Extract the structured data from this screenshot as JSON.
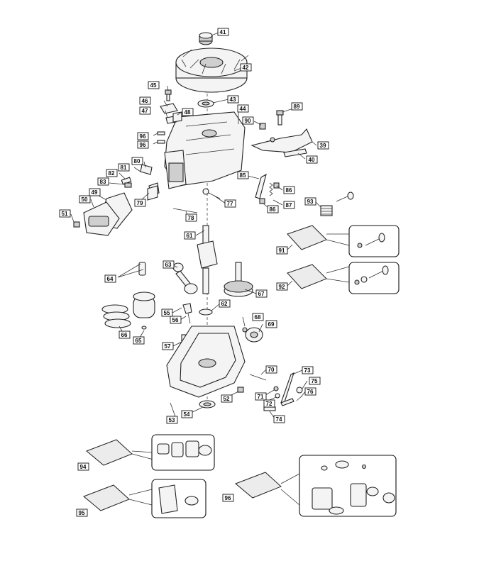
{
  "diagram": {
    "callouts": [
      {
        "id": "c41",
        "label": "41"
      },
      {
        "id": "c42",
        "label": "42"
      },
      {
        "id": "c43",
        "label": "43"
      },
      {
        "id": "c44",
        "label": "44"
      },
      {
        "id": "c45",
        "label": "45"
      },
      {
        "id": "c46",
        "label": "46"
      },
      {
        "id": "c47",
        "label": "47"
      },
      {
        "id": "c48",
        "label": "48"
      },
      {
        "id": "c96a",
        "label": "96"
      },
      {
        "id": "c96b",
        "label": "96"
      },
      {
        "id": "c89",
        "label": "89"
      },
      {
        "id": "c90",
        "label": "90"
      },
      {
        "id": "c39",
        "label": "39"
      },
      {
        "id": "c40",
        "label": "40"
      },
      {
        "id": "c80",
        "label": "80"
      },
      {
        "id": "c81",
        "label": "81"
      },
      {
        "id": "c82",
        "label": "82"
      },
      {
        "id": "c83",
        "label": "83"
      },
      {
        "id": "c85",
        "label": "85"
      },
      {
        "id": "c86a",
        "label": "86"
      },
      {
        "id": "c86b",
        "label": "86"
      },
      {
        "id": "c87",
        "label": "87"
      },
      {
        "id": "c93",
        "label": "93"
      },
      {
        "id": "c49",
        "label": "49"
      },
      {
        "id": "c50",
        "label": "50"
      },
      {
        "id": "c79",
        "label": "79"
      },
      {
        "id": "c77",
        "label": "77"
      },
      {
        "id": "c78",
        "label": "78"
      },
      {
        "id": "c51",
        "label": "51"
      },
      {
        "id": "c61",
        "label": "61"
      },
      {
        "id": "c91",
        "label": "91"
      },
      {
        "id": "c92",
        "label": "92"
      },
      {
        "id": "c63",
        "label": "63"
      },
      {
        "id": "c64",
        "label": "64"
      },
      {
        "id": "c67",
        "label": "67"
      },
      {
        "id": "c62",
        "label": "62"
      },
      {
        "id": "c55",
        "label": "55"
      },
      {
        "id": "c56",
        "label": "56"
      },
      {
        "id": "c66",
        "label": "66"
      },
      {
        "id": "c65",
        "label": "65"
      },
      {
        "id": "c68",
        "label": "68"
      },
      {
        "id": "c69",
        "label": "69"
      },
      {
        "id": "c57",
        "label": "57"
      },
      {
        "id": "c70",
        "label": "70"
      },
      {
        "id": "c73",
        "label": "73"
      },
      {
        "id": "c75",
        "label": "75"
      },
      {
        "id": "c71",
        "label": "71"
      },
      {
        "id": "c72",
        "label": "72"
      },
      {
        "id": "c76",
        "label": "76"
      },
      {
        "id": "c52",
        "label": "52"
      },
      {
        "id": "c54",
        "label": "54"
      },
      {
        "id": "c53",
        "label": "53"
      },
      {
        "id": "c74",
        "label": "74"
      },
      {
        "id": "c94",
        "label": "94"
      },
      {
        "id": "c95",
        "label": "95"
      },
      {
        "id": "c96c",
        "label": "96"
      }
    ]
  }
}
